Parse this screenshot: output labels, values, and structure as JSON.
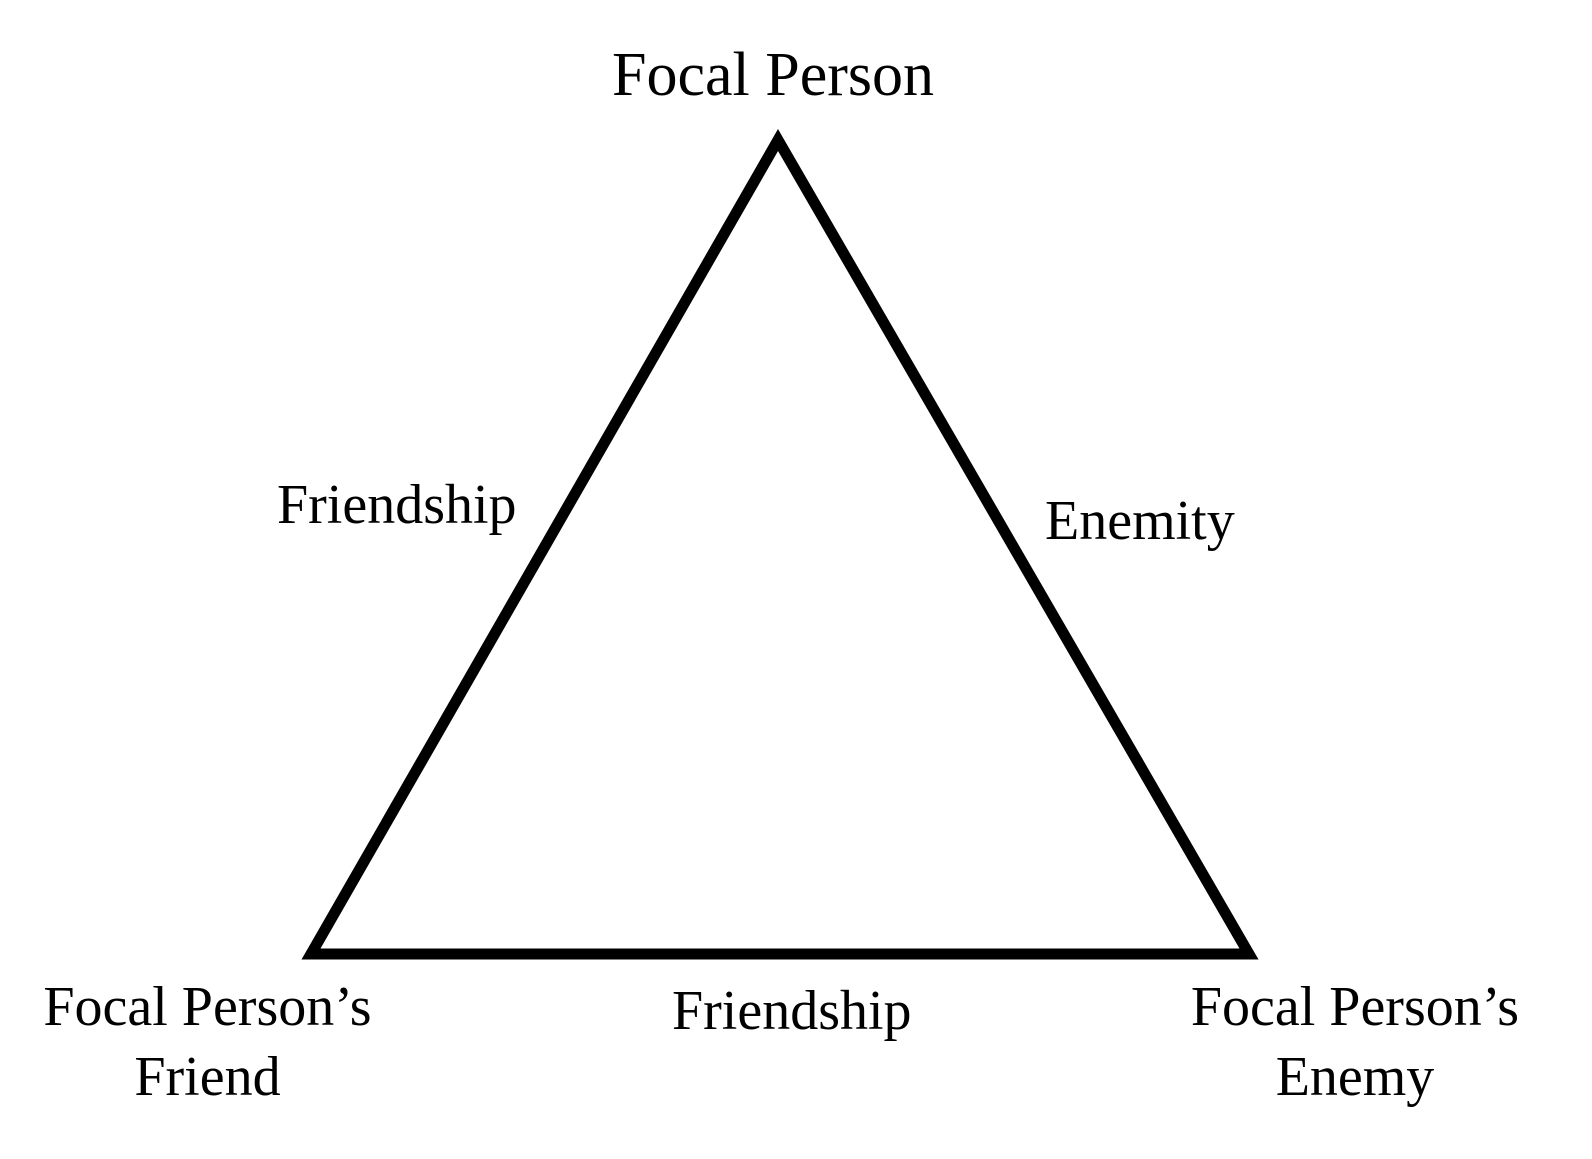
{
  "nodes": {
    "top": "Focal Person",
    "bottom_left": [
      "Focal Person’s",
      "Friend"
    ],
    "bottom_right": [
      "Focal Person’s",
      "Enemy"
    ]
  },
  "edges": {
    "left": "Friendship",
    "right": "Enemity",
    "bottom": "Friendship"
  }
}
